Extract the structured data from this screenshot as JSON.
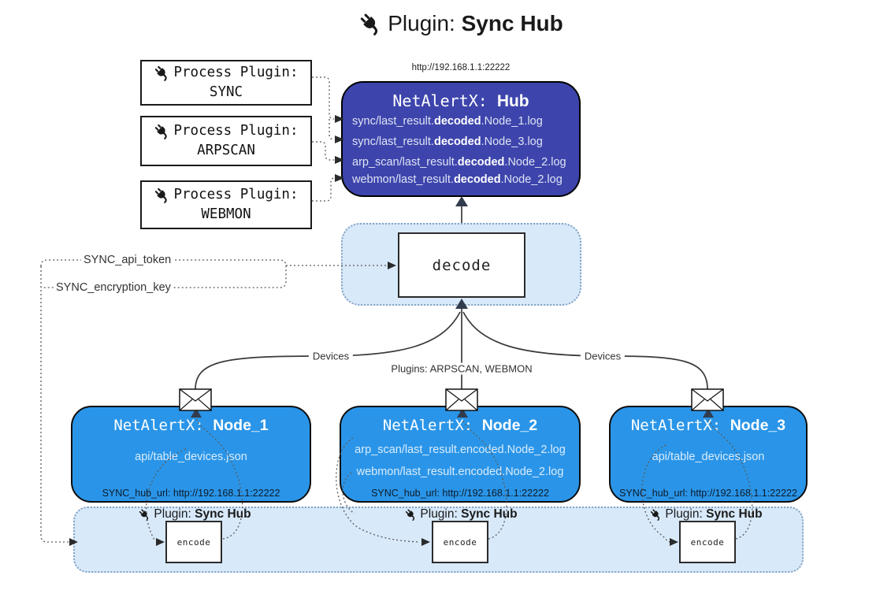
{
  "diagram_title": {
    "label": "Plugin: ",
    "label_bold": "Sync Hub"
  },
  "process_plugins": [
    {
      "label": "Process Plugin:",
      "name": "SYNC"
    },
    {
      "label": "Process Plugin:",
      "name": "ARPSCAN"
    },
    {
      "label": "Process Plugin:",
      "name": "WEBMON"
    }
  ],
  "hub": {
    "url_label": "http://192.168.1.1:22222",
    "title": "NetAlertX: ",
    "title_bold": "Hub",
    "logs": [
      {
        "pre": "sync/last_result.",
        "bold": "decoded",
        "post": ".Node_1.log"
      },
      {
        "pre": "sync/last_result.",
        "bold": "decoded",
        "post": ".Node_3.log"
      },
      {
        "pre": "arp_scan/last_result.",
        "bold": "decoded",
        "post": ".Node_2.log"
      },
      {
        "pre": "webmon/last_result.",
        "bold": "decoded",
        "post": ".Node_2.log"
      }
    ]
  },
  "decode_box": {
    "label": "decode"
  },
  "settings": {
    "api_token_label": "SYNC_api_token",
    "encryption_key_label": "SYNC_encryption_key"
  },
  "edge_labels": {
    "devices_left": "Devices",
    "plugins_middle": "Plugins: ARPSCAN, WEBMON",
    "devices_right": "Devices"
  },
  "nodes": [
    {
      "title": "NetAlertX: ",
      "title_bold": "Node_1",
      "lines": [
        "api/table_devices.json"
      ],
      "hub_url_label": "SYNC_hub_url: http://192.168.1.1:22222"
    },
    {
      "title": "NetAlertX: ",
      "title_bold": "Node_2",
      "lines": [
        "arp_scan/last_result.encoded.Node_2.log",
        "webmon/last_result.encoded.Node_2.log"
      ],
      "hub_url_label": "SYNC_hub_url: http://192.168.1.1:22222"
    },
    {
      "title": "NetAlertX: ",
      "title_bold": "Node_3",
      "lines": [
        "api/table_devices.json"
      ],
      "hub_url_label": "SYNC_hub_url: http://192.168.1.1:22222"
    }
  ],
  "encoders": [
    {
      "label": "Plugin: ",
      "label_bold": "Sync Hub",
      "box_label": "encode"
    },
    {
      "label": "Plugin: ",
      "label_bold": "Sync Hub",
      "box_label": "encode"
    },
    {
      "label": "Plugin: ",
      "label_bold": "Sync Hub",
      "box_label": "encode"
    }
  ],
  "colors": {
    "hub_fill": "#3d45ac",
    "node_fill": "#2a95e8",
    "panel_fill": "#d8e9fa",
    "line_dark": "#3a3a3a",
    "arrow_dark": "#323c4e",
    "dotted_line": "#5a5a5a"
  },
  "icons": {
    "plug": "plug-icon",
    "envelope": "envelope-icon"
  }
}
